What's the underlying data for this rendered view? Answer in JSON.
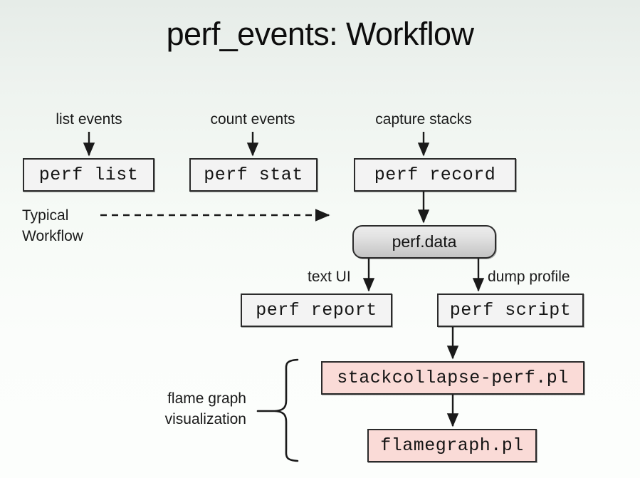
{
  "slide": {
    "title": "perf_events: Workflow",
    "background_top": "#e6ece8",
    "background_bottom": "#fcfefc"
  },
  "colors": {
    "command_box_fill": "#f3f3f3",
    "script_box_fill": "#fadbd7",
    "data_box_fill": "#cfcfcf",
    "stroke": "#2b2b2b",
    "text": "#141414"
  },
  "top_labels": [
    {
      "text": "list events"
    },
    {
      "text": "count events"
    },
    {
      "text": "capture stacks"
    }
  ],
  "nodes": {
    "perf_list": {
      "label": "perf list",
      "kind": "command"
    },
    "perf_stat": {
      "label": "perf stat",
      "kind": "command"
    },
    "perf_record": {
      "label": "perf record",
      "kind": "command"
    },
    "perf_data": {
      "label": "perf.data",
      "kind": "datafile"
    },
    "perf_report": {
      "label": "perf report",
      "kind": "command"
    },
    "perf_script": {
      "label": "perf script",
      "kind": "command"
    },
    "stackcollapse": {
      "label": "stackcollapse-perf.pl",
      "kind": "script"
    },
    "flamegraph": {
      "label": "flamegraph.pl",
      "kind": "script"
    }
  },
  "edge_labels": {
    "text_ui": "text UI",
    "dump_profile": "dump profile"
  },
  "annotations": {
    "typical_workflow_line1": "Typical",
    "typical_workflow_line2": "Workflow",
    "flame_graph_line1": "flame graph",
    "flame_graph_line2": "visualization"
  }
}
